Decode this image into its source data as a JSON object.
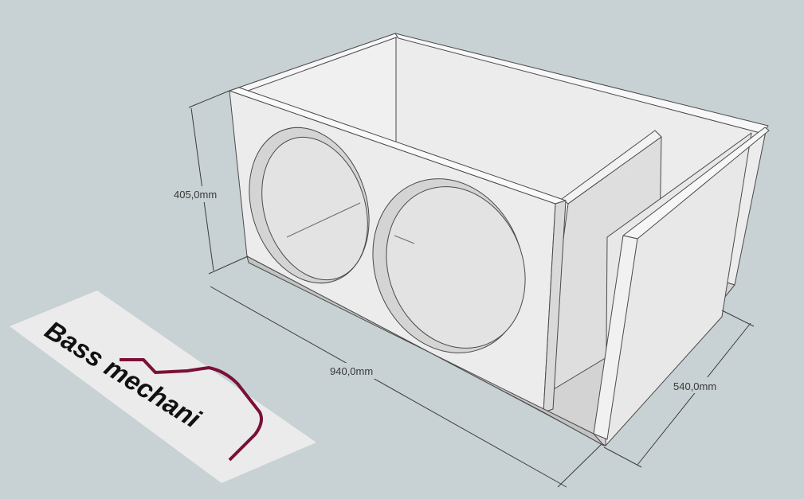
{
  "dimensions": {
    "height": "405,0mm",
    "width": "940,0mm",
    "depth": "540,0mm"
  },
  "logo": {
    "text": "Bass mechani"
  },
  "colors": {
    "background": "#c8d1d3",
    "panel_light": "#ececec",
    "panel_mid": "#dcdcdc",
    "panel_dark": "#c9c9c9",
    "edge": "#4a4a4a",
    "dimension_line": "#3d3d3d",
    "logo_accent": "#7a1038"
  }
}
